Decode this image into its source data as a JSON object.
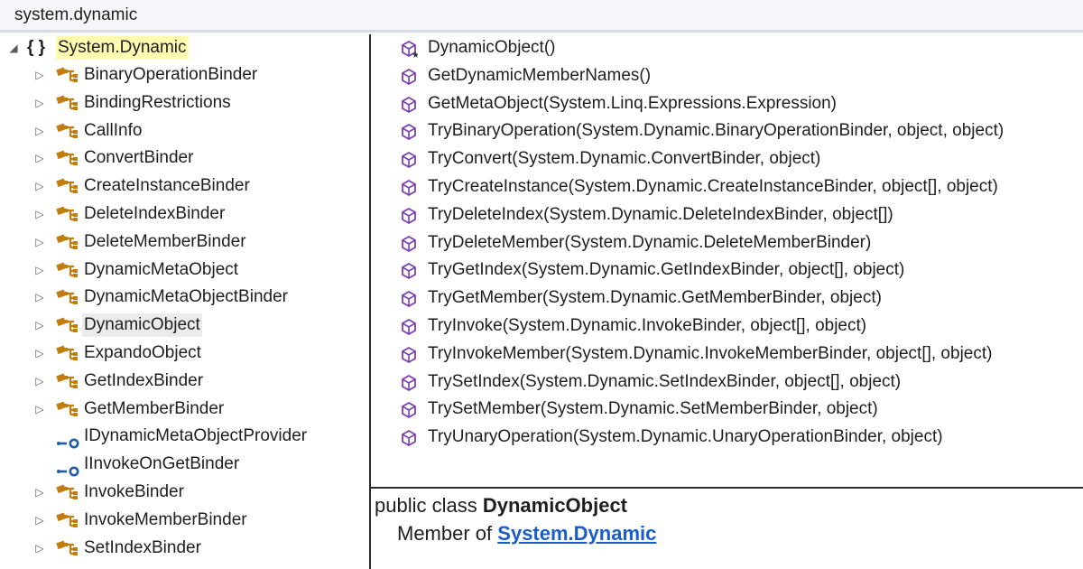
{
  "search": {
    "value": "system.dynamic"
  },
  "tree": {
    "namespace": {
      "braces": "{ }",
      "label": "System.Dynamic"
    },
    "items": [
      {
        "label": "BinaryOperationBinder",
        "kind": "class"
      },
      {
        "label": "BindingRestrictions",
        "kind": "class"
      },
      {
        "label": "CallInfo",
        "kind": "class"
      },
      {
        "label": "ConvertBinder",
        "kind": "class"
      },
      {
        "label": "CreateInstanceBinder",
        "kind": "class"
      },
      {
        "label": "DeleteIndexBinder",
        "kind": "class"
      },
      {
        "label": "DeleteMemberBinder",
        "kind": "class"
      },
      {
        "label": "DynamicMetaObject",
        "kind": "class"
      },
      {
        "label": "DynamicMetaObjectBinder",
        "kind": "class"
      },
      {
        "label": "DynamicObject",
        "kind": "class",
        "selected": true
      },
      {
        "label": "ExpandoObject",
        "kind": "class"
      },
      {
        "label": "GetIndexBinder",
        "kind": "class"
      },
      {
        "label": "GetMemberBinder",
        "kind": "class"
      },
      {
        "label": "IDynamicMetaObjectProvider",
        "kind": "interface"
      },
      {
        "label": "IInvokeOnGetBinder",
        "kind": "interface"
      },
      {
        "label": "InvokeBinder",
        "kind": "class"
      },
      {
        "label": "InvokeMemberBinder",
        "kind": "class"
      },
      {
        "label": "SetIndexBinder",
        "kind": "class"
      }
    ]
  },
  "members": [
    {
      "label": "DynamicObject()",
      "kind": "constructor"
    },
    {
      "label": "GetDynamicMemberNames()",
      "kind": "method"
    },
    {
      "label": "GetMetaObject(System.Linq.Expressions.Expression)",
      "kind": "method"
    },
    {
      "label": "TryBinaryOperation(System.Dynamic.BinaryOperationBinder, object, object)",
      "kind": "method"
    },
    {
      "label": "TryConvert(System.Dynamic.ConvertBinder, object)",
      "kind": "method"
    },
    {
      "label": "TryCreateInstance(System.Dynamic.CreateInstanceBinder, object[], object)",
      "kind": "method"
    },
    {
      "label": "TryDeleteIndex(System.Dynamic.DeleteIndexBinder, object[])",
      "kind": "method"
    },
    {
      "label": "TryDeleteMember(System.Dynamic.DeleteMemberBinder)",
      "kind": "method"
    },
    {
      "label": "TryGetIndex(System.Dynamic.GetIndexBinder, object[], object)",
      "kind": "method"
    },
    {
      "label": "TryGetMember(System.Dynamic.GetMemberBinder, object)",
      "kind": "method"
    },
    {
      "label": "TryInvoke(System.Dynamic.InvokeBinder, object[], object)",
      "kind": "method"
    },
    {
      "label": "TryInvokeMember(System.Dynamic.InvokeMemberBinder, object[], object)",
      "kind": "method"
    },
    {
      "label": "TrySetIndex(System.Dynamic.SetIndexBinder, object[], object)",
      "kind": "method"
    },
    {
      "label": "TrySetMember(System.Dynamic.SetMemberBinder, object)",
      "kind": "method"
    },
    {
      "label": "TryUnaryOperation(System.Dynamic.UnaryOperationBinder, object)",
      "kind": "method"
    }
  ],
  "info": {
    "declaration_prefix": "public class",
    "type_name": "DynamicObject",
    "member_of_label": "Member of",
    "namespace_link": "System.Dynamic"
  },
  "colors": {
    "class_icon": "#c27d0e",
    "method_icon": "#7b3fb3",
    "interface_icon": "#1f5fa8",
    "namespace_highlight": "#fffbb0",
    "link": "#1a5cc8"
  }
}
